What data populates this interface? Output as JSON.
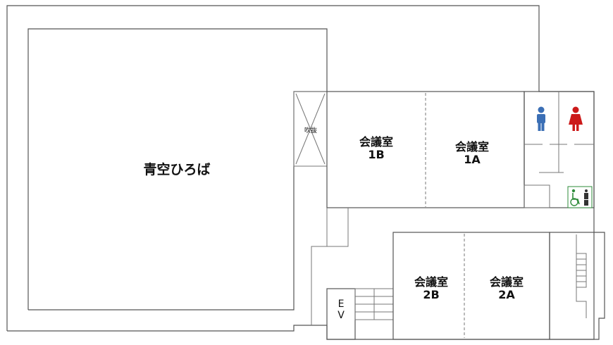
{
  "plan": {
    "plaza_label": "青空ひろば",
    "void_label": "吹抜",
    "elevator_label": "E\nV",
    "rooms": [
      {
        "name": "会議室",
        "code": "1B"
      },
      {
        "name": "会議室",
        "code": "1A"
      },
      {
        "name": "会議室",
        "code": "2B"
      },
      {
        "name": "会議室",
        "code": "2A"
      }
    ]
  },
  "colors": {
    "male_icon": "#3b6fb5",
    "female_icon": "#cc1a1a",
    "accessible_icon": "#2e8b3a"
  },
  "icons": [
    "male-toilet-icon",
    "female-toilet-icon",
    "accessible-toilet-icon"
  ]
}
